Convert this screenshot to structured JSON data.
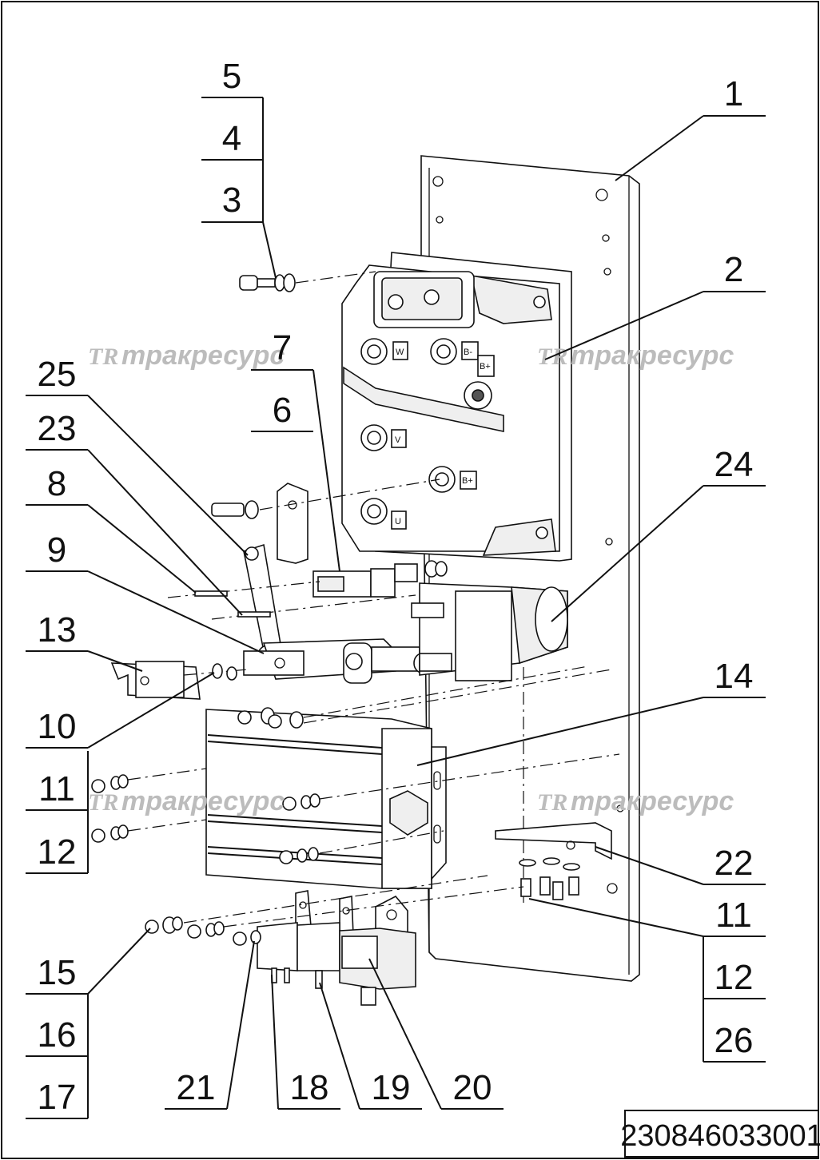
{
  "drawing": {
    "document_number": "230846033001",
    "watermark": {
      "logo": "TR",
      "text": "тракресурс"
    },
    "connector_label": "B+",
    "callouts": {
      "c1": "1",
      "c2": "2",
      "c3": "3",
      "c4": "4",
      "c5": "5",
      "c6": "6",
      "c7": "7",
      "c8": "8",
      "c9": "9",
      "c10": "10",
      "c11a": "11",
      "c11b": "11",
      "c12a": "12",
      "c12b": "12",
      "c13": "13",
      "c14": "14",
      "c15": "15",
      "c16": "16",
      "c17": "17",
      "c18": "18",
      "c19": "19",
      "c20": "20",
      "c21": "21",
      "c22": "22",
      "c23": "23",
      "c24": "24",
      "c25": "25",
      "c26": "26"
    },
    "terminals": {
      "w": "W",
      "v": "V",
      "u": "U",
      "bminus": "B-",
      "bplus": "B+"
    }
  }
}
